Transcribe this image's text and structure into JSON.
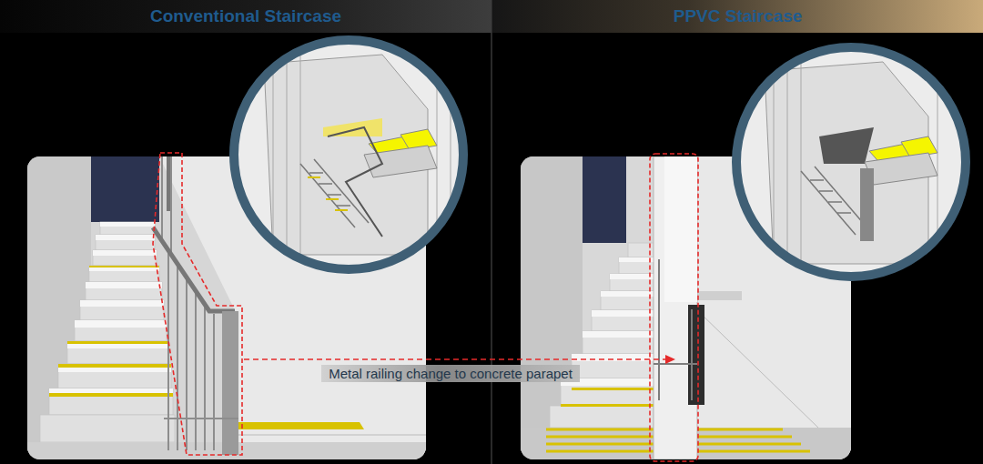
{
  "diagram": {
    "nodes": [
      {
        "text": [
          "Conventional Staircase"
        ]
      },
      {
        "text": [
          "PPVC Staircase"
        ]
      }
    ],
    "labels": [
      "Metal railing change to concrete parapet"
    ]
  }
}
